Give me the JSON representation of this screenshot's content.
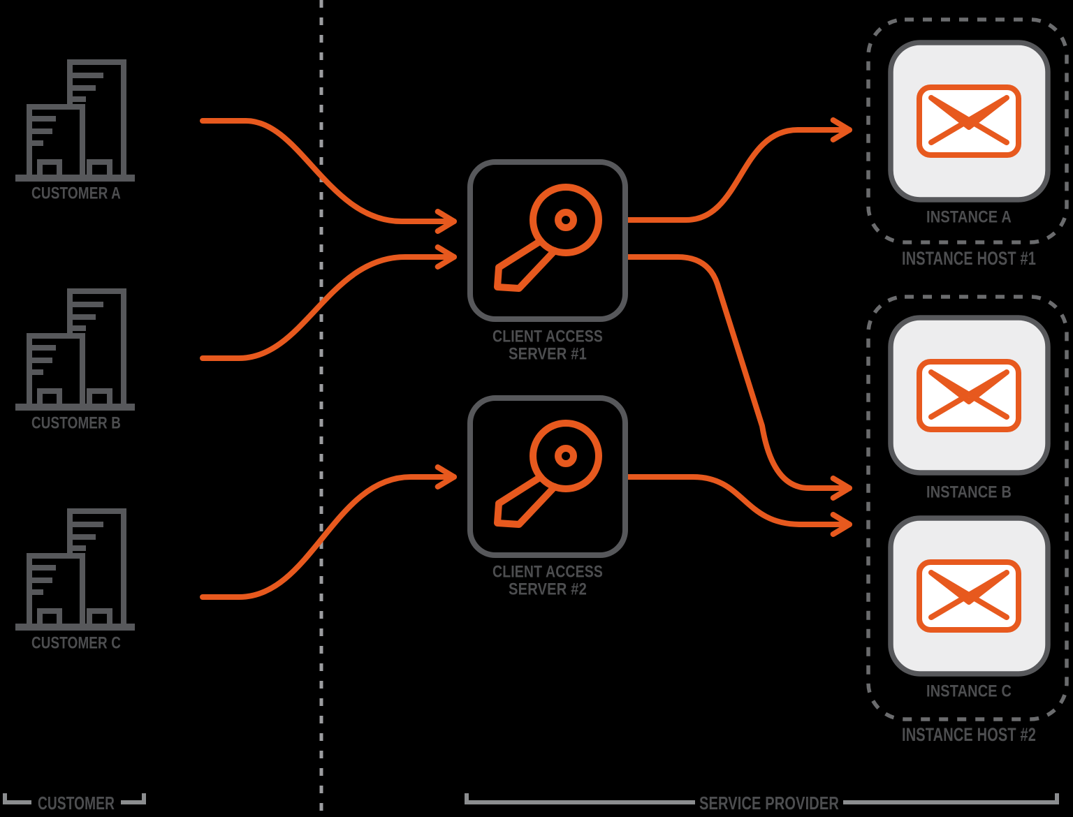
{
  "colors": {
    "orange": "#E7591E",
    "dark_gray": "#57585B",
    "text": "#4D4E50",
    "sep_gray": "#9C9DA0",
    "host_gray": "#6B6C6E",
    "bracket_gray": "#8B8D8F",
    "box_fill": "#EDEDEE",
    "envelope_fill": "#FFFFFF",
    "bg": "#000000"
  },
  "customers": [
    {
      "label": "CUSTOMER A",
      "icon": "building-icon"
    },
    {
      "label": "CUSTOMER B",
      "icon": "building-icon"
    },
    {
      "label": "CUSTOMER C",
      "icon": "building-icon"
    }
  ],
  "client_access_servers": [
    {
      "label_line1": "CLIENT ACCESS",
      "label_line2": "SERVER #1",
      "icon": "key-icon"
    },
    {
      "label_line1": "CLIENT ACCESS",
      "label_line2": "SERVER #2",
      "icon": "key-icon"
    }
  ],
  "instance_hosts": [
    {
      "label": "INSTANCE HOST #1",
      "instances": [
        {
          "label": "INSTANCE A",
          "icon": "envelope-icon"
        }
      ]
    },
    {
      "label": "INSTANCE HOST #2",
      "instances": [
        {
          "label": "INSTANCE B",
          "icon": "envelope-icon"
        },
        {
          "label": "INSTANCE C",
          "icon": "envelope-icon"
        }
      ]
    }
  ],
  "zones": {
    "customer": {
      "label": "CUSTOMER"
    },
    "service_provider": {
      "label": "SERVICE PROVIDER"
    }
  },
  "connections": [
    {
      "from": "CUSTOMER A",
      "to": "CLIENT ACCESS SERVER #1"
    },
    {
      "from": "CUSTOMER B",
      "to": "CLIENT ACCESS SERVER #1"
    },
    {
      "from": "CUSTOMER C",
      "to": "CLIENT ACCESS SERVER #2"
    },
    {
      "from": "CLIENT ACCESS SERVER #1",
      "to": "INSTANCE A"
    },
    {
      "from": "CLIENT ACCESS SERVER #1",
      "to": "INSTANCE HOST #2"
    },
    {
      "from": "CLIENT ACCESS SERVER #2",
      "to": "INSTANCE HOST #2"
    }
  ]
}
